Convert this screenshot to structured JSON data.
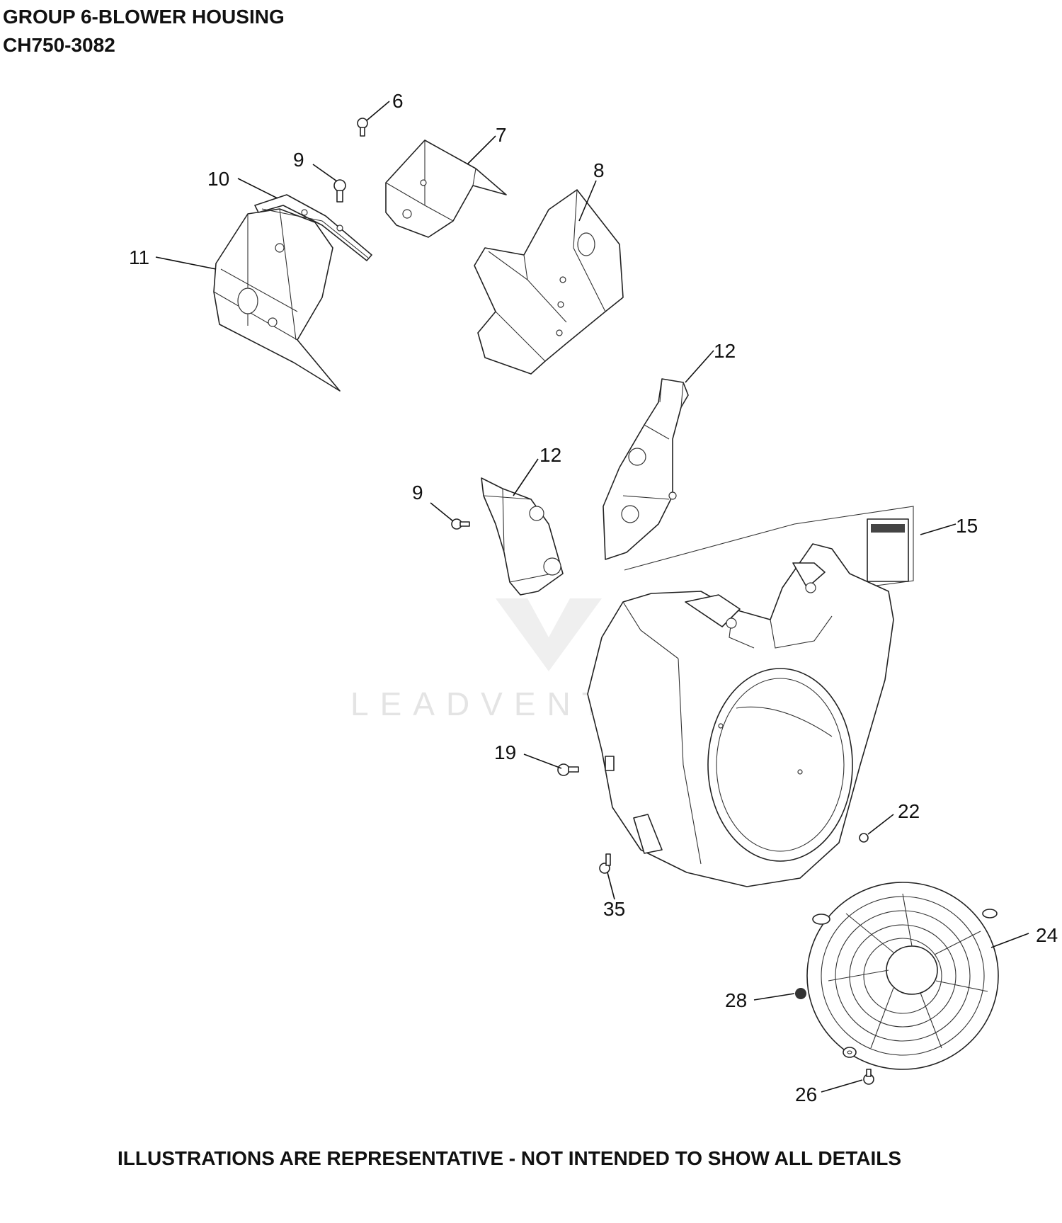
{
  "header": {
    "title": "GROUP 6-BLOWER HOUSING",
    "model": "CH750-3082"
  },
  "callouts": [
    "6",
    "7",
    "8",
    "9",
    "10",
    "11",
    "12",
    "12",
    "9",
    "15",
    "19",
    "22",
    "35",
    "24",
    "28",
    "26"
  ],
  "watermark": "LEADVENTURE",
  "footer": "ILLUSTRATIONS ARE REPRESENTATIVE - NOT INTENDED TO SHOW ALL DETAILS"
}
